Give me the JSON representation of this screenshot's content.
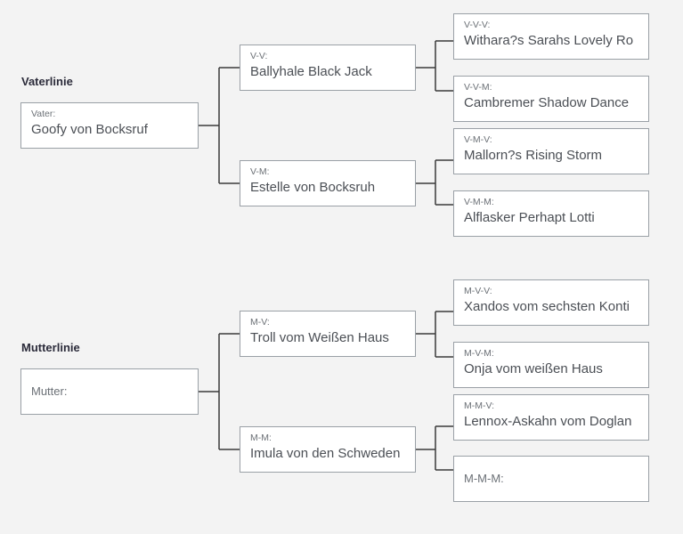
{
  "sections": {
    "father_title": "Vaterlinie",
    "mother_title": "Mutterlinie"
  },
  "father": {
    "root": {
      "label": "Vater:",
      "name": "Goofy von Bocksruf"
    },
    "v": {
      "label": "V-V:",
      "name": "Ballyhale Black Jack"
    },
    "m": {
      "label": "V-M:",
      "name": "Estelle von Bocksruh"
    },
    "vv": {
      "label": "V-V-V:",
      "name": "Withara?s Sarahs Lovely Ro"
    },
    "vm": {
      "label": "V-V-M:",
      "name": "Cambremer Shadow Dance"
    },
    "mv": {
      "label": "V-M-V:",
      "name": "Mallorn?s Rising Storm"
    },
    "mm": {
      "label": "V-M-M:",
      "name": "Alflasker Perhapt Lotti"
    }
  },
  "mother": {
    "root": {
      "label": "Mutter:",
      "name": ""
    },
    "v": {
      "label": "M-V:",
      "name": "Troll vom Weißen Haus"
    },
    "m": {
      "label": "M-M:",
      "name": "Imula von den Schweden"
    },
    "vv": {
      "label": "M-V-V:",
      "name": "Xandos vom sechsten Konti"
    },
    "vm": {
      "label": "M-V-M:",
      "name": "Onja vom weißen Haus"
    },
    "mv": {
      "label": "M-M-V:",
      "name": "Lennox-Askahn vom Doglan"
    },
    "mm": {
      "label": "M-M-M:",
      "name": ""
    }
  },
  "colors": {
    "background": "#f3f3f3",
    "box_border": "#9aa0a6",
    "connector": "#3a3a3a",
    "label_text": "#6b7076",
    "value_text": "#4b4f55"
  }
}
